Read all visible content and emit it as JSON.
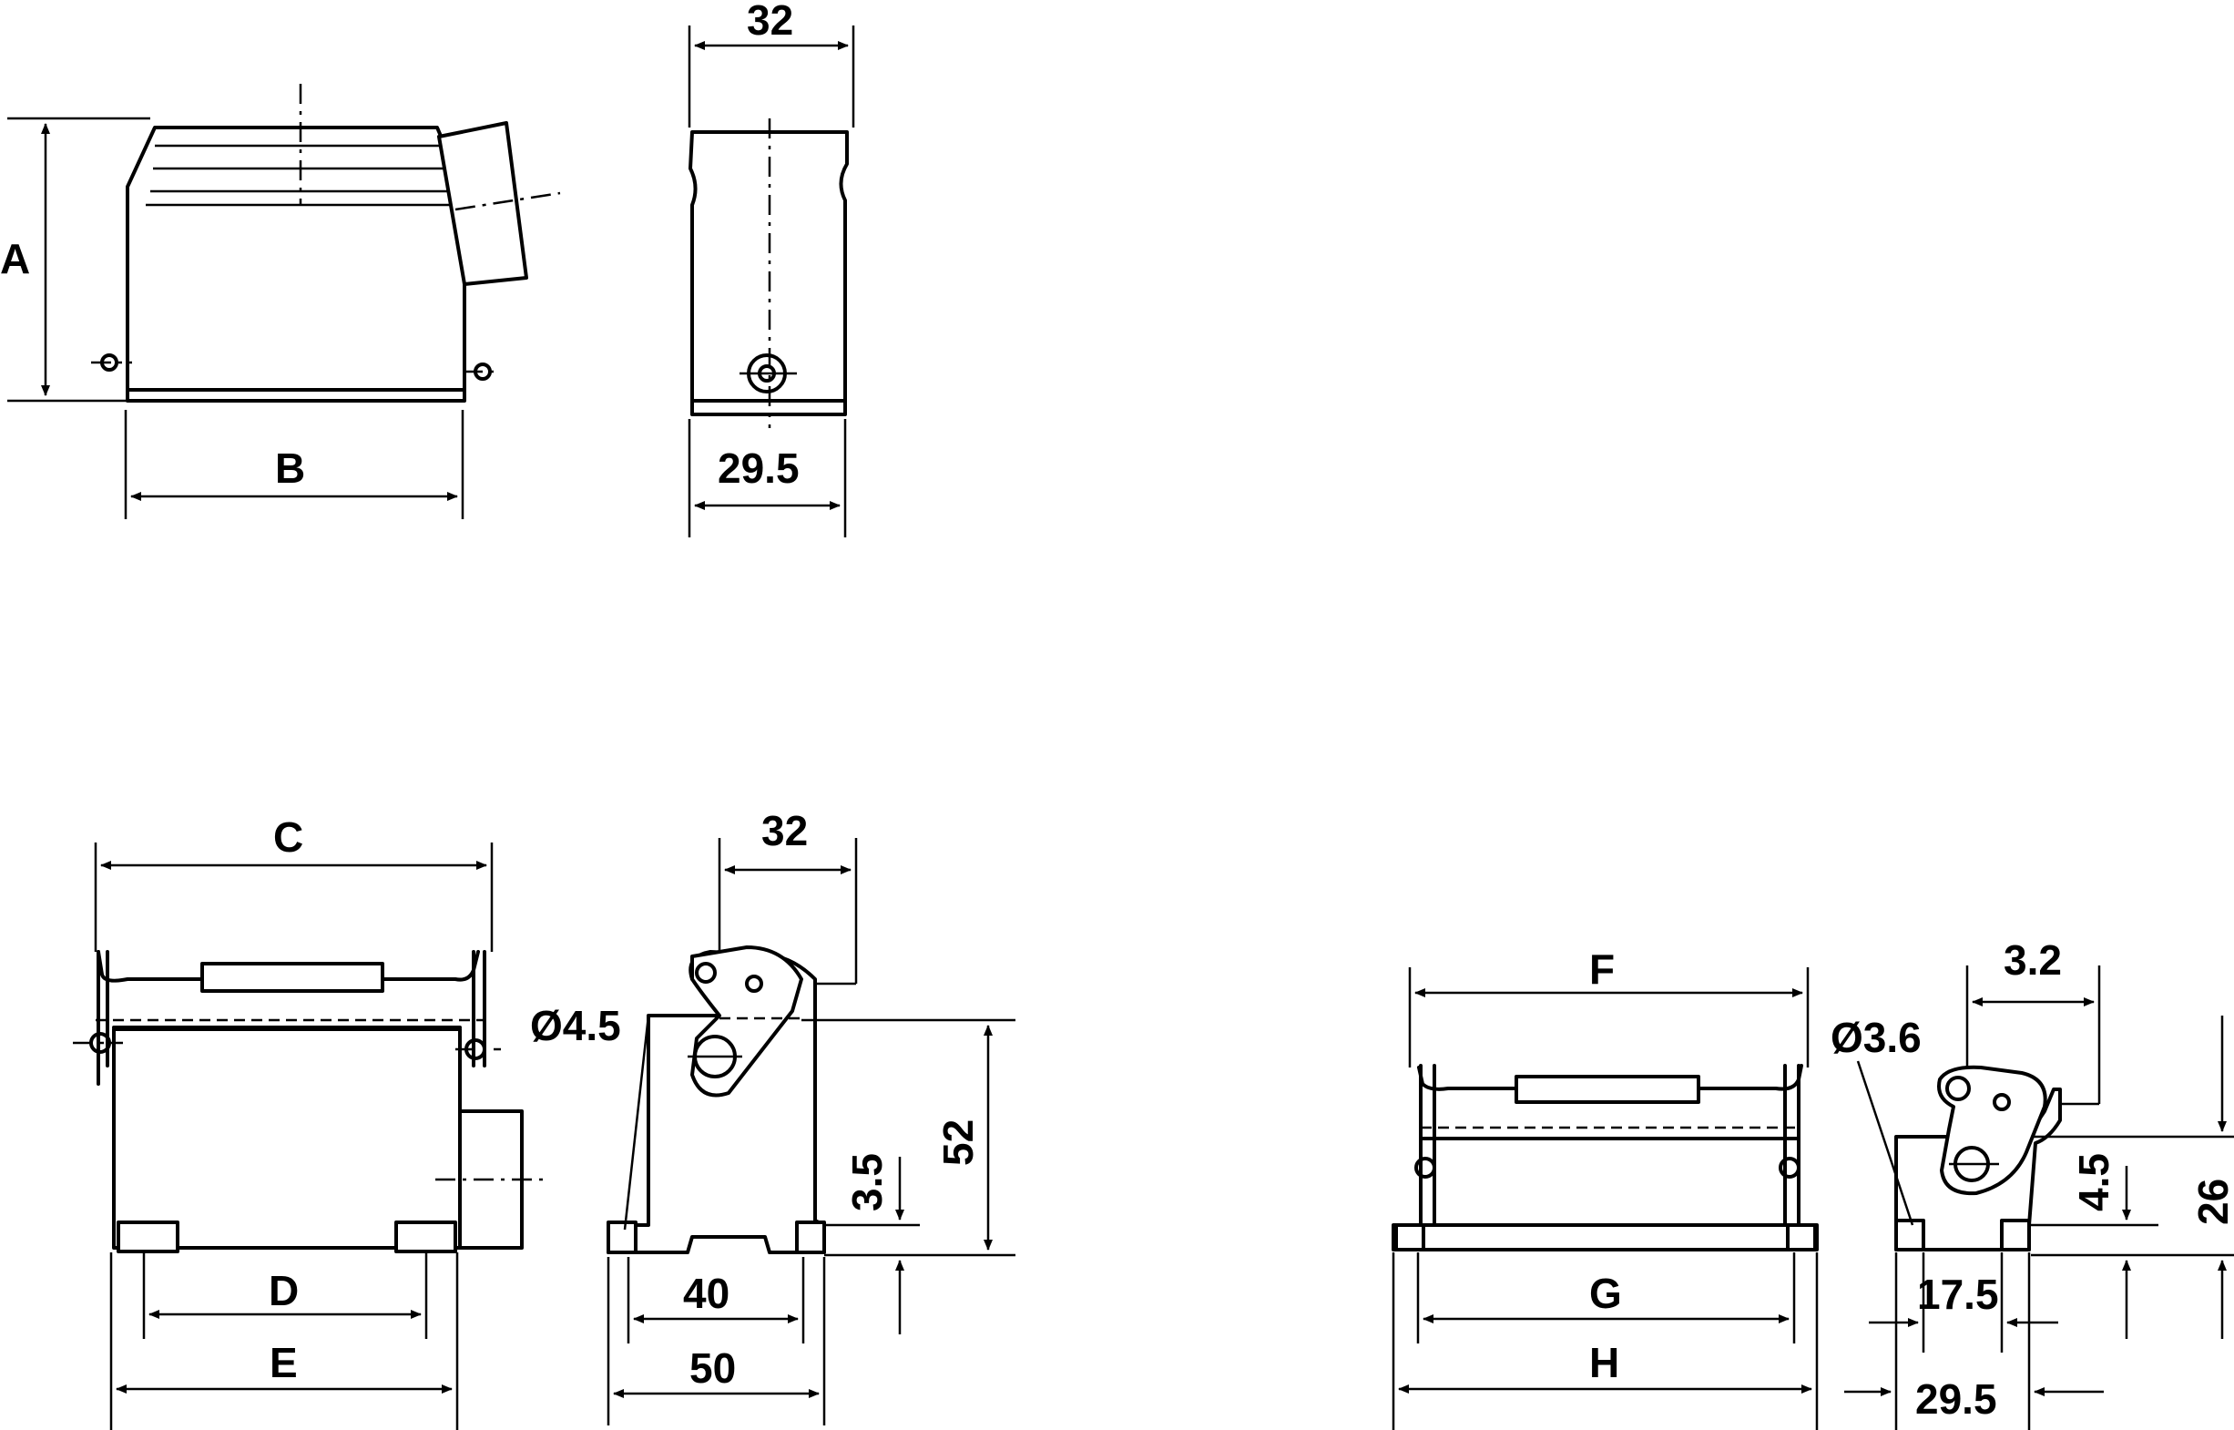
{
  "views": {
    "hood_side": {
      "height_label": "A",
      "width_label": "B"
    },
    "hood_end": {
      "top_dim": "32",
      "bottom_dim": "29.5"
    },
    "housing_side": {
      "top_label": "C",
      "inner_label": "D",
      "outer_label": "E"
    },
    "housing_end": {
      "top_dim": "32",
      "hole_dim": "Ø4.5",
      "height_dim": "52",
      "base_dim": "3.5",
      "inner_width_dim": "40",
      "outer_width_dim": "50"
    },
    "low_side": {
      "top_label": "F",
      "inner_label": "G",
      "outer_label": "H"
    },
    "low_end": {
      "top_dim": "3.2",
      "hole_dim": "Ø3.6",
      "base_dim": "4.5",
      "height_dim": "26",
      "inner_width_dim": "17.5",
      "outer_width_dim": "29.5"
    }
  }
}
